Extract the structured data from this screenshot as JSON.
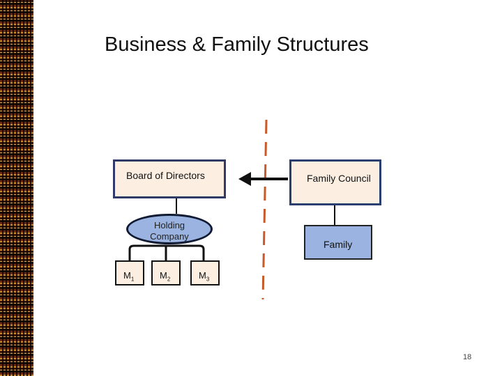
{
  "slide": {
    "title": "Business & Family Structures",
    "page_number": "18"
  },
  "diagram": {
    "board": "Board of Directors",
    "family_council": "Family Council",
    "holding_line1": "Holding",
    "holding_line2": "Company",
    "family": "Family",
    "subsidiaries": [
      {
        "letter": "M",
        "sub": "1"
      },
      {
        "letter": "M",
        "sub": "2"
      },
      {
        "letter": "M",
        "sub": "3"
      }
    ]
  },
  "colors": {
    "box_fill": "#fcefe2",
    "box_border": "#2f3b66",
    "holding_fill": "#9ab3e0",
    "divider": "#c85a2a",
    "arrow": "#111111"
  }
}
